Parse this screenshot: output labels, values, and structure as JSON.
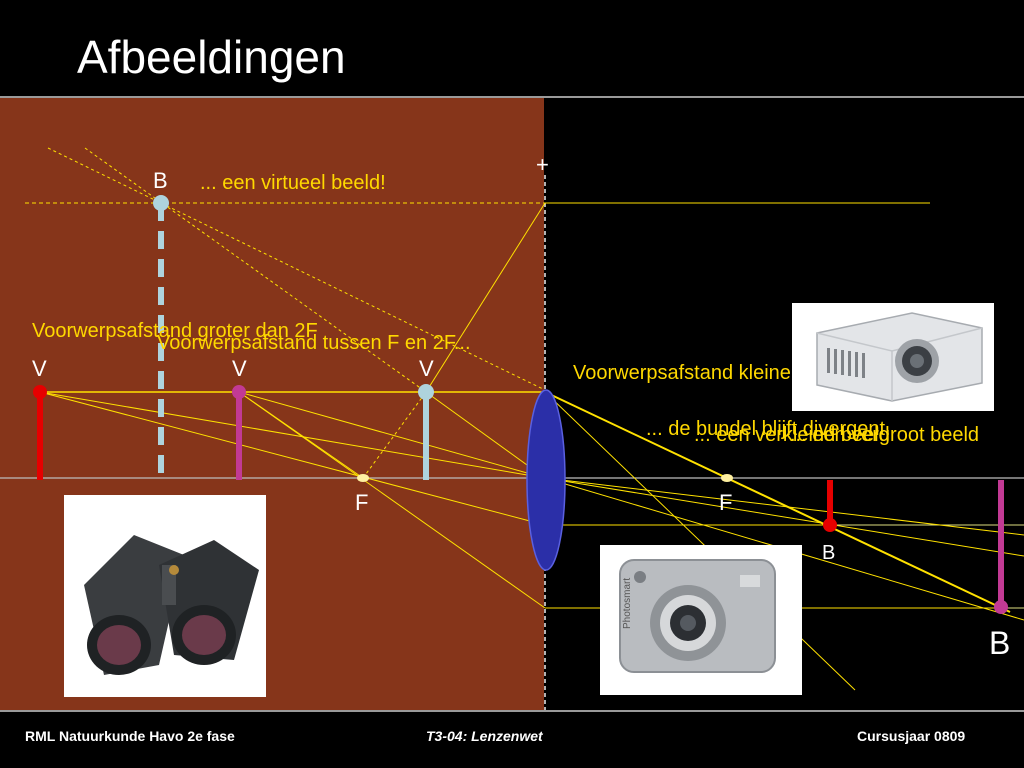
{
  "slide": {
    "title": "Afbeeldingen"
  },
  "diagram": {
    "plus_sign": "+",
    "labels": {
      "virtual_image": "... een virtueel beeld!",
      "case_greater_2f": "Voorwerpsafstand groter dan 2F",
      "case_between_f_2f": "Voorwerpsafstand tussen F en 2F...",
      "case_smaller_f": "Voorwerpsafstand kleiner dan F...",
      "beam_divergent": "... de bundel blijft divergent.",
      "enlarged_image": "... een vergroot beeld",
      "reduced_image": "... een verkleind beeld"
    },
    "v_labels": [
      "V",
      "V",
      "V"
    ],
    "f_labels": [
      "F",
      "F"
    ],
    "b_labels": {
      "virtual": "B",
      "reduced": "B",
      "enlarged": "B"
    },
    "colors": {
      "background_left": "#86351a",
      "background_right": "#000000",
      "ray": "#ffe100",
      "lens": "#2b2fa8",
      "object_red": "#e60000",
      "object_magenta": "#c23a94",
      "object_lightblue": "#aed3dd",
      "focal_point": "#fff0a0"
    }
  },
  "photos": {
    "binoculars": "binoculars",
    "camera": "camera",
    "projector": "projector",
    "camera_brand_text": "Photosmart"
  },
  "footer": {
    "left": "RML Natuurkunde Havo 2e fase",
    "center": "T3-04: Lenzenwet",
    "right": "Cursusjaar 0809"
  }
}
